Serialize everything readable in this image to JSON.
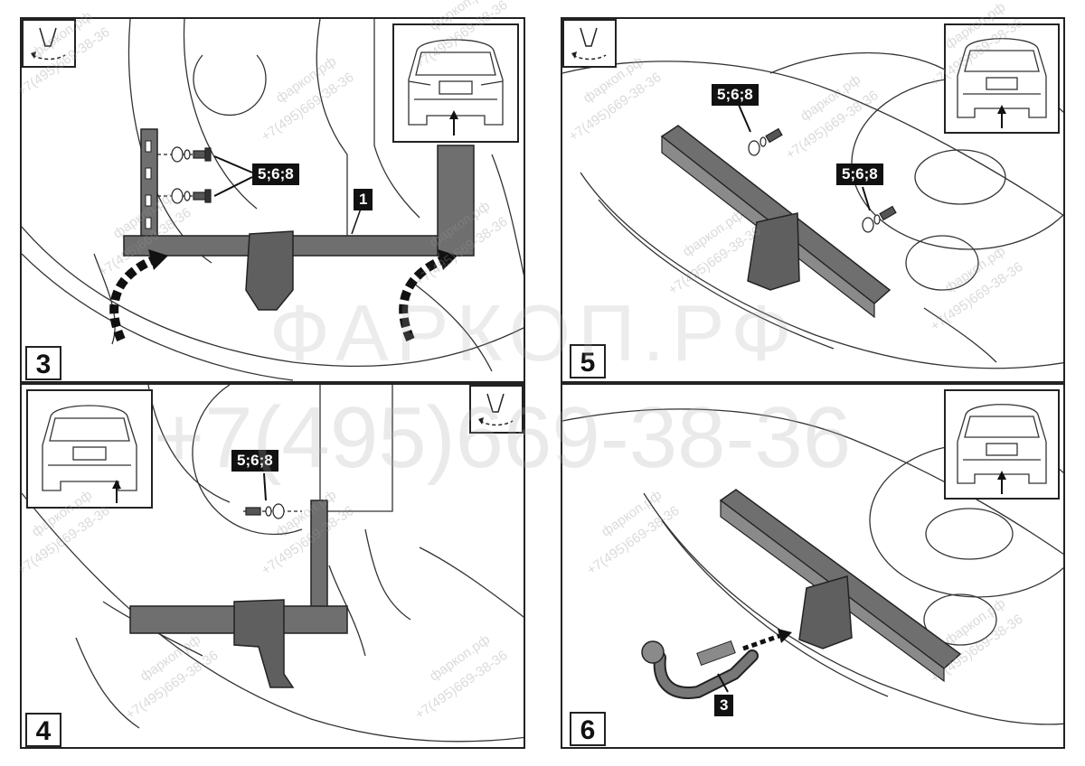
{
  "steps": [
    {
      "number": "3",
      "callouts": [
        "5;6;8",
        "1"
      ]
    },
    {
      "number": "4",
      "callouts": [
        "5;6;8"
      ]
    },
    {
      "number": "5",
      "callouts": [
        "5;6;8",
        "5;6;8"
      ]
    },
    {
      "number": "6",
      "callouts": [
        "3"
      ]
    }
  ],
  "watermark": {
    "site": "фаркоп.рф",
    "phone": "+7(495)669-38-36",
    "big_site": "ФАРКОП.РФ",
    "big_phone": "+7(495)669-38-36"
  },
  "colors": {
    "line": "#222222",
    "metal": "#6f6f6f",
    "metal_dark": "#4a4a4a",
    "callout_bg": "#111111"
  }
}
